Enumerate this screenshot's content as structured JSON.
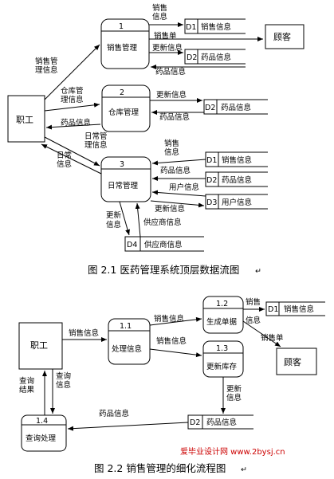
{
  "fig1": {
    "caption": "图 2.1 医药管理系统顶层数据流图",
    "staff": "职工",
    "customer": "顾客",
    "processes": [
      {
        "id": "1",
        "name": "销售管理"
      },
      {
        "id": "2",
        "name": "仓库管理"
      },
      {
        "id": "3",
        "name": "日常管理"
      }
    ],
    "stores": {
      "d1a": {
        "id": "D1",
        "name": "销售信息"
      },
      "d2a": {
        "id": "D2",
        "name": "药品信息"
      },
      "d2b": {
        "id": "D2",
        "name": "药品信息"
      },
      "d1b": {
        "id": "D1",
        "name": "销售信息"
      },
      "d2c": {
        "id": "D2",
        "name": "药品信息"
      },
      "d3": {
        "id": "D3",
        "name": "用户信息"
      },
      "d4": {
        "id": "D4",
        "name": "供应商信息"
      }
    },
    "flows": {
      "sales_info_top_1": "销售",
      "sales_info_top_2": "信息",
      "sales_slip": "销售单",
      "update_info_1": "更新信息",
      "drug_info_1": "药品信息",
      "sales_mgmt_info_1": "销售管",
      "sales_mgmt_info_2": "理信息",
      "warehouse_info_1": "仓库管",
      "warehouse_info_2": "理信息",
      "update_info_2": "更新信息",
      "drug_info_2": "药品信息",
      "drug_info_staff": "药品信息",
      "daily_mgmt_1": "日常管",
      "daily_mgmt_2": "理信息",
      "daily_info_1": "日常",
      "daily_info_2": "信息",
      "sales_info_3_1": "销售",
      "sales_info_3_2": "信息",
      "drug_info_3": "药品信息",
      "user_info_3": "用户信息",
      "update_info_3": "更新信息",
      "update_info_4_1": "更新",
      "update_info_4_2": "信息",
      "supplier_info": "供应商信息"
    }
  },
  "fig2": {
    "caption": "图 2.2 销售管理的细化流程图",
    "staff": "职工",
    "customer": "顾客",
    "processes": [
      {
        "id": "1.1",
        "name": "处理信息"
      },
      {
        "id": "1.2",
        "name": "生成单据"
      },
      {
        "id": "1.3",
        "name": "更新库存"
      },
      {
        "id": "1.4",
        "name": "查询处理"
      }
    ],
    "stores": {
      "d1": {
        "id": "D1",
        "name": "销售信息"
      },
      "d2": {
        "id": "D2",
        "name": "药品信息"
      }
    },
    "flows": {
      "sales_info_a": "销售信息",
      "sales_info_b": "销售信息",
      "sales_info_c": "销售信息",
      "sales_info_d_1": "销售",
      "sales_info_d_2": "信息",
      "sales_slip": "销售单",
      "update_info_1": "更新",
      "update_info_2": "信息",
      "drug_info": "药品信息",
      "query_result_1": "查询",
      "query_result_2": "结果",
      "query_info_1": "查询",
      "query_info_2": "信息"
    },
    "watermark": "爱毕业设计网 www.2bysj.cn"
  }
}
